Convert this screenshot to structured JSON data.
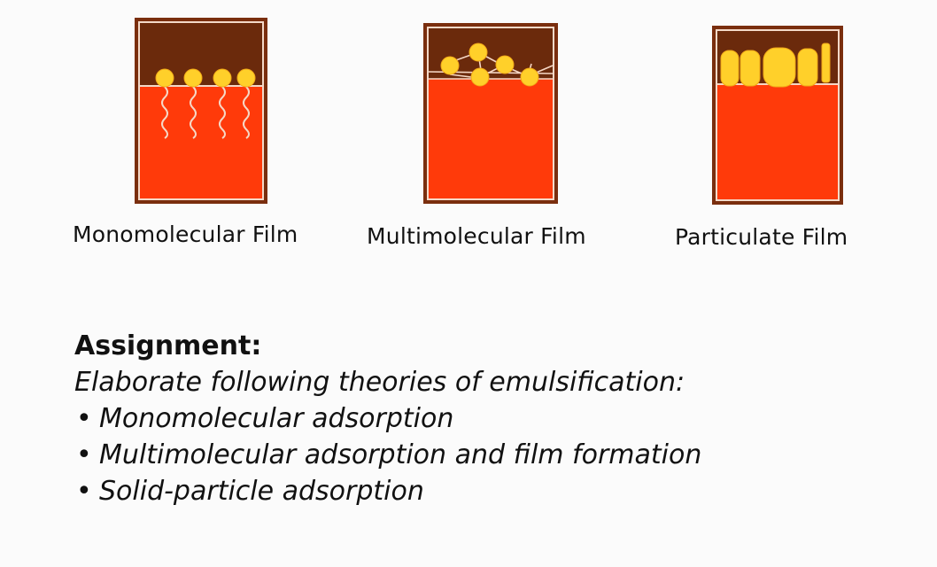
{
  "films": [
    {
      "caption": "Monomolecular Film"
    },
    {
      "caption": "Multimolecular Film"
    },
    {
      "caption": "Particulate Film"
    }
  ],
  "assignment": {
    "heading": "Assignment:",
    "intro": "Elaborate following theories of emulsification:",
    "items": [
      "Monomolecular adsorption",
      "Multimolecular adsorption and film formation",
      "Solid-particle adsorption"
    ]
  },
  "colors": {
    "frame": "#6b2a0c",
    "top_phase": "#6b2a0c",
    "bottom_phase": "#ff3a0a",
    "particle": "#ffd02a",
    "outline": "#f4d9c8"
  }
}
